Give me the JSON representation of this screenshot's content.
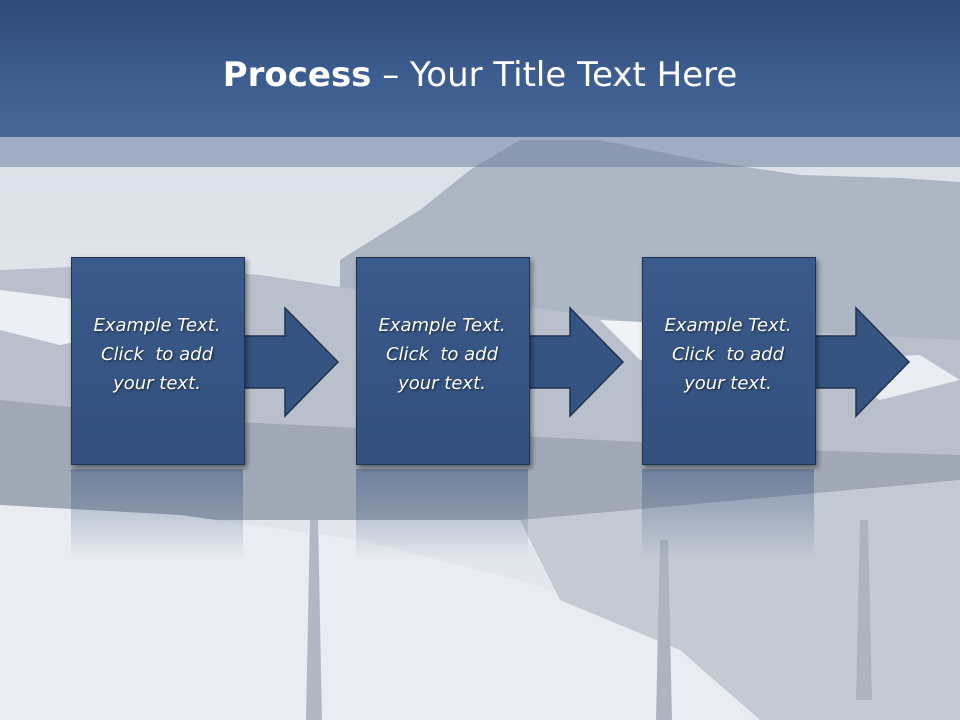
{
  "title": {
    "bold": "Process",
    "rest": " – Your Title Text Here"
  },
  "steps": [
    {
      "lines": [
        "Example Text.",
        "Click  to add",
        "your text."
      ]
    },
    {
      "lines": [
        "Example Text.",
        "Click  to add",
        "your text."
      ]
    },
    {
      "lines": [
        "Example Text.",
        "Click  to add",
        "your text."
      ]
    }
  ],
  "colors": {
    "header": "#3d5c8f",
    "box": "#365482",
    "text": "#ffffff"
  }
}
